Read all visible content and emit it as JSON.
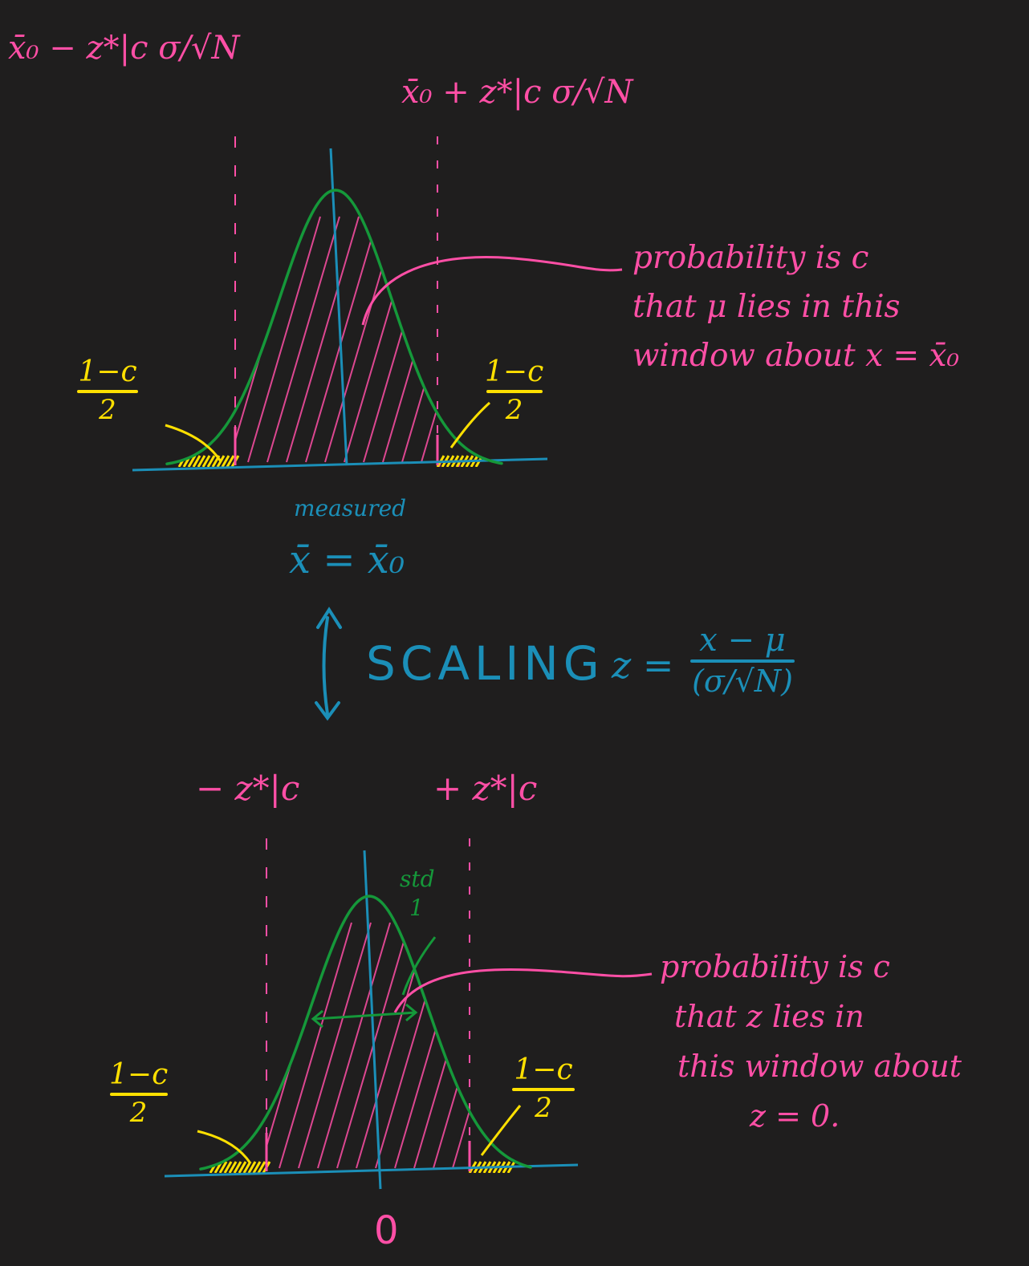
{
  "colors": {
    "background": "#1f1e1e",
    "pink": "#ff4fa6",
    "yellow": "#ffe000",
    "blue": "#1b8fb8",
    "green": "#15983a"
  },
  "top_panel": {
    "left_bound": "x̄₀ − z*|c σ/√N",
    "right_bound": "x̄₀ + z*|c σ/√N",
    "tail_num": "1−c",
    "tail_den": "2",
    "note_lines": [
      "probability is c",
      "that μ lies in this",
      "window about x = x̄₀"
    ],
    "measured_label": "measured",
    "measured_eq": "x̄ = x̄₀"
  },
  "scaling": {
    "word": "SCALING",
    "lhs": "z =",
    "num": "x − μ",
    "den": "(σ/√N)"
  },
  "bottom_panel": {
    "left_bound": "− z*|c",
    "right_bound": "+ z*|c",
    "std_line1": "std",
    "std_line2": "1",
    "tail_num": "1−c",
    "tail_den": "2",
    "note_lines": [
      "probability is c",
      "that z lies in",
      "this window about",
      "z = 0."
    ],
    "zero_label": "0"
  }
}
